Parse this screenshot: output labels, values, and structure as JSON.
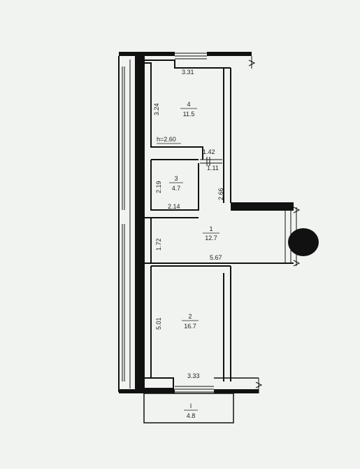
{
  "plan": {
    "ceiling_height": "h=2.60",
    "rooms": [
      {
        "number": "4",
        "area": "11.5"
      },
      {
        "number": "3",
        "area": "4.7"
      },
      {
        "number": "1",
        "area": "12.7"
      },
      {
        "number": "2",
        "area": "16.7"
      },
      {
        "number": "I",
        "area": "4.8"
      }
    ],
    "dimensions": {
      "room4_width": "3.31",
      "room4_height": "3.24",
      "door_width": "1.42",
      "passage_width": "1.11",
      "room3_height": "2.19",
      "room3_width": "2.14",
      "corridor_right": "2.66",
      "corridor_left": "1.72",
      "room2_top": "5.67",
      "room2_height": "5.01",
      "room2_width": "3.33"
    },
    "colors": {
      "wall": "#111111",
      "background": "#f1f3f1",
      "line": "#222222"
    }
  }
}
